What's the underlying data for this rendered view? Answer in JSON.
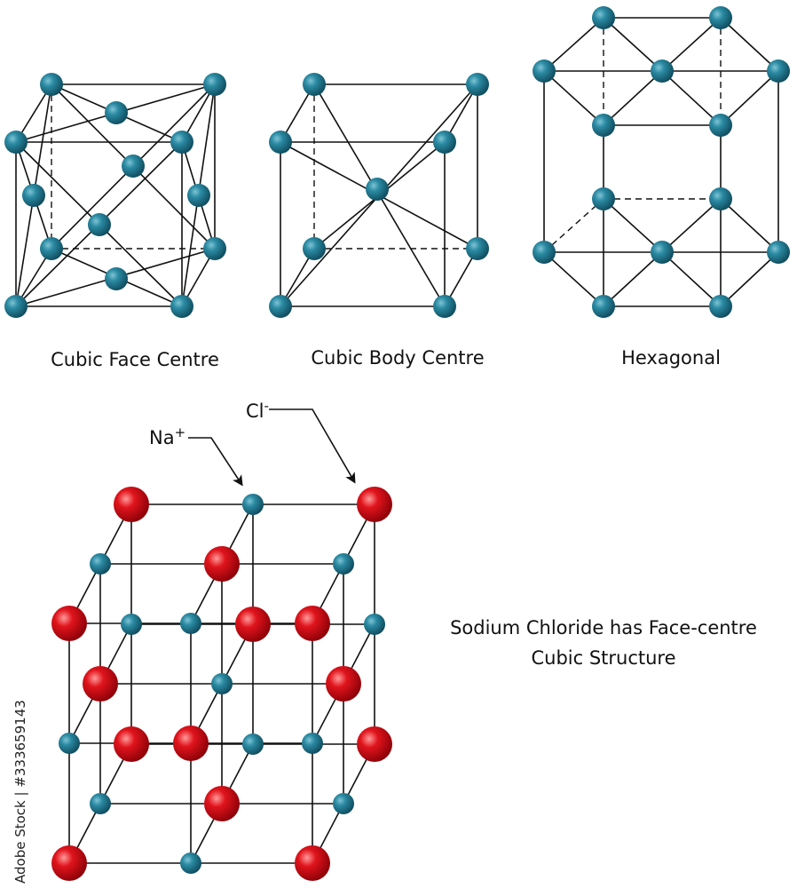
{
  "captions": {
    "fcc": "Cubic Face Centre",
    "bcc": "Cubic Body Centre",
    "hex": "Hexagonal",
    "nacl_line1": "Sodium Chloride has Face-centre",
    "nacl_line2": "Cubic  Structure"
  },
  "labels": {
    "na": "Na",
    "na_charge": "+",
    "cl": "Cl",
    "cl_charge": "-"
  },
  "watermark": "Adobe Stock | #333659143",
  "colors": {
    "teal_atom": "#1f6f86",
    "red_atom": "#d0101a",
    "line": "#111111"
  }
}
